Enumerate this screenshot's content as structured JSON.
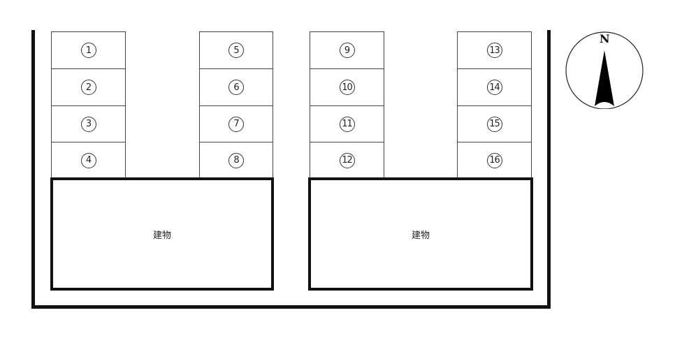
{
  "diagram": {
    "type": "parking-lot-layout",
    "stalls": [
      {
        "label": "1",
        "col": 0,
        "row": 0
      },
      {
        "label": "2",
        "col": 0,
        "row": 1
      },
      {
        "label": "3",
        "col": 0,
        "row": 2
      },
      {
        "label": "4",
        "col": 0,
        "row": 3
      },
      {
        "label": "5",
        "col": 1,
        "row": 0
      },
      {
        "label": "6",
        "col": 1,
        "row": 1
      },
      {
        "label": "7",
        "col": 1,
        "row": 2
      },
      {
        "label": "8",
        "col": 1,
        "row": 3
      },
      {
        "label": "9",
        "col": 2,
        "row": 0
      },
      {
        "label": "10",
        "col": 2,
        "row": 1
      },
      {
        "label": "11",
        "col": 2,
        "row": 2
      },
      {
        "label": "12",
        "col": 2,
        "row": 3
      },
      {
        "label": "13",
        "col": 3,
        "row": 0
      },
      {
        "label": "14",
        "col": 3,
        "row": 1
      },
      {
        "label": "15",
        "col": 3,
        "row": 2
      },
      {
        "label": "16",
        "col": 3,
        "row": 3
      }
    ],
    "buildings": [
      {
        "label": "建物"
      },
      {
        "label": "建物"
      }
    ],
    "compass": {
      "label": "N",
      "icon": "north-arrow-icon"
    },
    "colors": {
      "line": "#111111",
      "stall_border": "#444444",
      "background": "#ffffff"
    }
  }
}
